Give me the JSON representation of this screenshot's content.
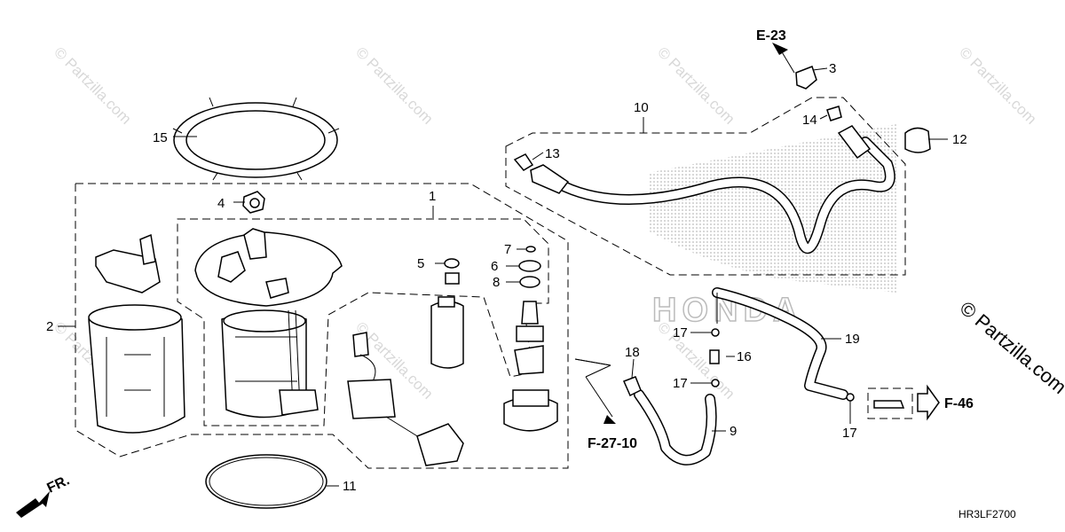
{
  "diagram": {
    "code": "HR3LF2700",
    "brand_text": "HONDA",
    "front_label": "FR.",
    "watermark": "© Partzilla.com",
    "side_watermark": "© Partzilla.com",
    "refs": {
      "e23": "E-23",
      "f46": "F-46",
      "f2710": "F-27-10"
    },
    "callouts": {
      "c1": "1",
      "c2": "2",
      "c3": "3",
      "c4": "4",
      "c5": "5",
      "c6": "6",
      "c7": "7",
      "c8": "8",
      "c9": "9",
      "c10": "10",
      "c11": "11",
      "c12": "12",
      "c13": "13",
      "c14": "14",
      "c15": "15",
      "c16": "16",
      "c17": "17",
      "c18": "18",
      "c19": "19"
    }
  }
}
